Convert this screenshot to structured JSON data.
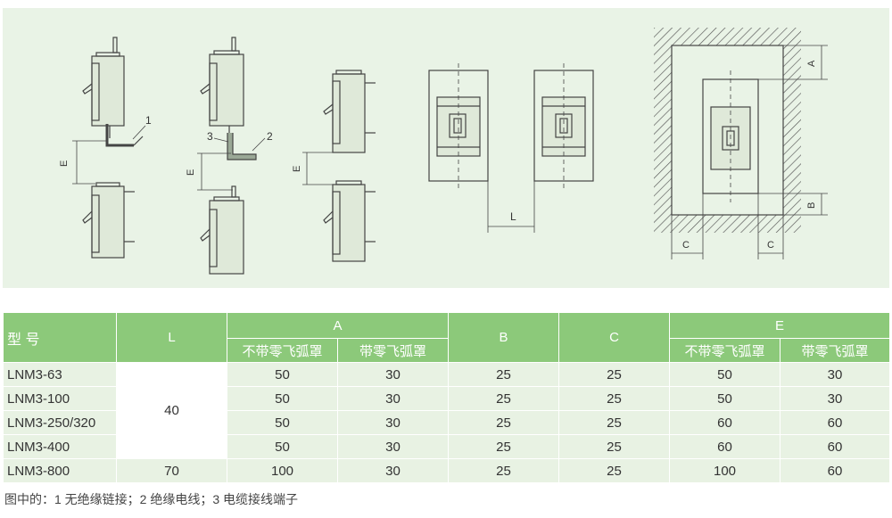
{
  "diagram": {
    "label_1": "1",
    "label_2": "2",
    "label_3": "3",
    "label_e": "E",
    "label_l": "L",
    "label_a": "A",
    "label_b": "B",
    "label_c": "C"
  },
  "table": {
    "header_model": "型 号",
    "header_l": "L",
    "header_a": "A",
    "header_b": "B",
    "header_c": "C",
    "header_e": "E",
    "sub_no_cover": "不带零飞弧罩",
    "sub_with_cover": "带零飞弧罩",
    "rows": [
      {
        "model": "LNM3-63",
        "a1": "50",
        "a2": "30",
        "b": "25",
        "c": "25",
        "e1": "50",
        "e2": "30"
      },
      {
        "model": "LNM3-100",
        "a1": "50",
        "a2": "30",
        "b": "25",
        "c": "25",
        "e1": "50",
        "e2": "30"
      },
      {
        "model": "LNM3-250/320",
        "a1": "50",
        "a2": "30",
        "b": "25",
        "c": "25",
        "e1": "60",
        "e2": "60"
      },
      {
        "model": "LNM3-400",
        "a1": "50",
        "a2": "30",
        "b": "25",
        "c": "25",
        "e1": "60",
        "e2": "60"
      },
      {
        "model": "LNM3-800",
        "l": "70",
        "a1": "100",
        "a2": "30",
        "b": "25",
        "c": "25",
        "e1": "100",
        "e2": "60"
      }
    ],
    "l_group_value": "40"
  },
  "note": "图中的：1 无绝缘链接；2 绝缘电线；3 电缆接线端子"
}
